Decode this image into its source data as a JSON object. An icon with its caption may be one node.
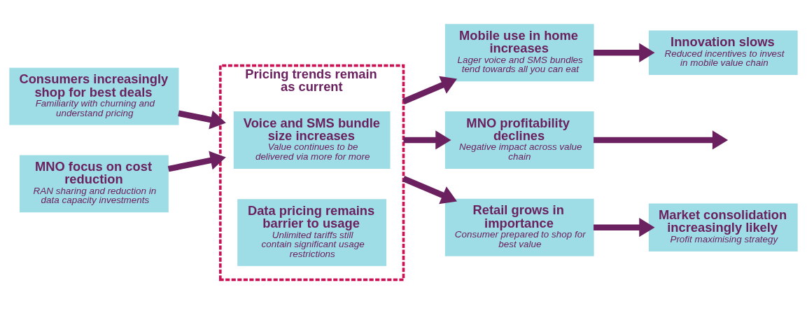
{
  "diagram": {
    "nodes": [
      {
        "text": [
          "Consumers increasingly shop for best deals",
          "Familiarity with churning and understand pricing"
        ]
      },
      {
        "text": [
          "MNO focus on cost reduction",
          "RAN sharing and reduction in data capacity investments"
        ]
      },
      {
        "text": [
          "Pricing trends remain as current"
        ]
      },
      {
        "text": [
          "Voice and SMS bundle size increases",
          "Value continues to be delivered via more for more"
        ],
        "in": 2
      },
      {
        "text": [
          "Data pricing remains barrier to usage",
          "Unlimited tariffs still contain significant usage restrictions"
        ],
        "in": 2
      },
      {
        "text": [
          "Mobile use in home increases",
          "Lager voice and SMS bundles tend towards all you can eat"
        ]
      },
      {
        "text": [
          "MNO profitability declines",
          "Negative impact across value chain"
        ]
      },
      {
        "text": [
          "Retail grows in importance",
          "Consumer prepared to shop for best value"
        ]
      },
      {
        "text": [
          "Innovation slows",
          "Reduced incentives to invest in mobile value chain"
        ]
      },
      {
        "text": [
          "Market consolidation increasingly likely",
          "Profit maximising strategy"
        ]
      }
    ],
    "edges": [
      {
        "from": 0,
        "to": 2,
        "arrow": "to"
      },
      {
        "from": 1,
        "to": 2,
        "arrow": "to"
      },
      {
        "from": 2,
        "to": 5,
        "arrow": "to"
      },
      {
        "from": 2,
        "to": 6,
        "arrow": "to"
      },
      {
        "from": 2,
        "to": 7,
        "arrow": "to"
      },
      {
        "from": 5,
        "to": 8,
        "arrow": "to"
      },
      {
        "from": 6,
        "to": null,
        "arrow": "to"
      },
      {
        "from": 7,
        "to": 9,
        "arrow": "to"
      }
    ]
  }
}
